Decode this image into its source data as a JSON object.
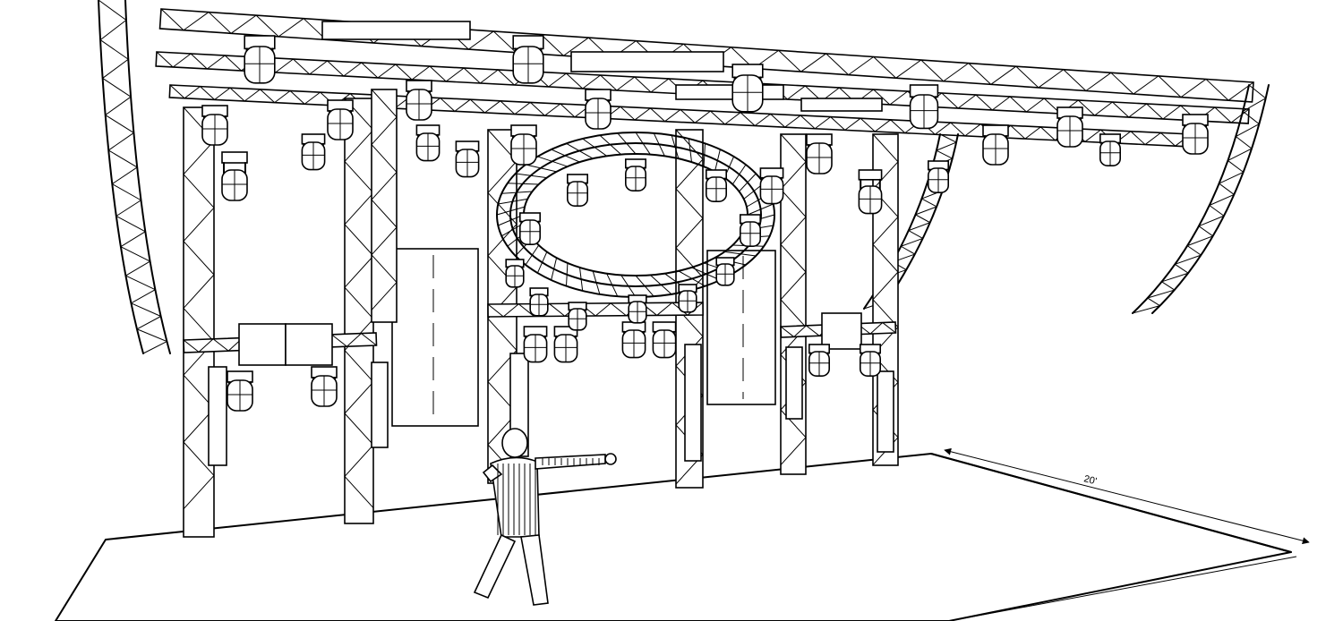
{
  "diagram": {
    "dimension_label": "20'",
    "colors": {
      "line": "#000000",
      "background": "#ffffff"
    },
    "elements": [
      "stage-floor",
      "truss-rig",
      "circular-truss",
      "moving-head-fixtures",
      "projection-screens",
      "human-figure",
      "dimension-arrow"
    ]
  }
}
